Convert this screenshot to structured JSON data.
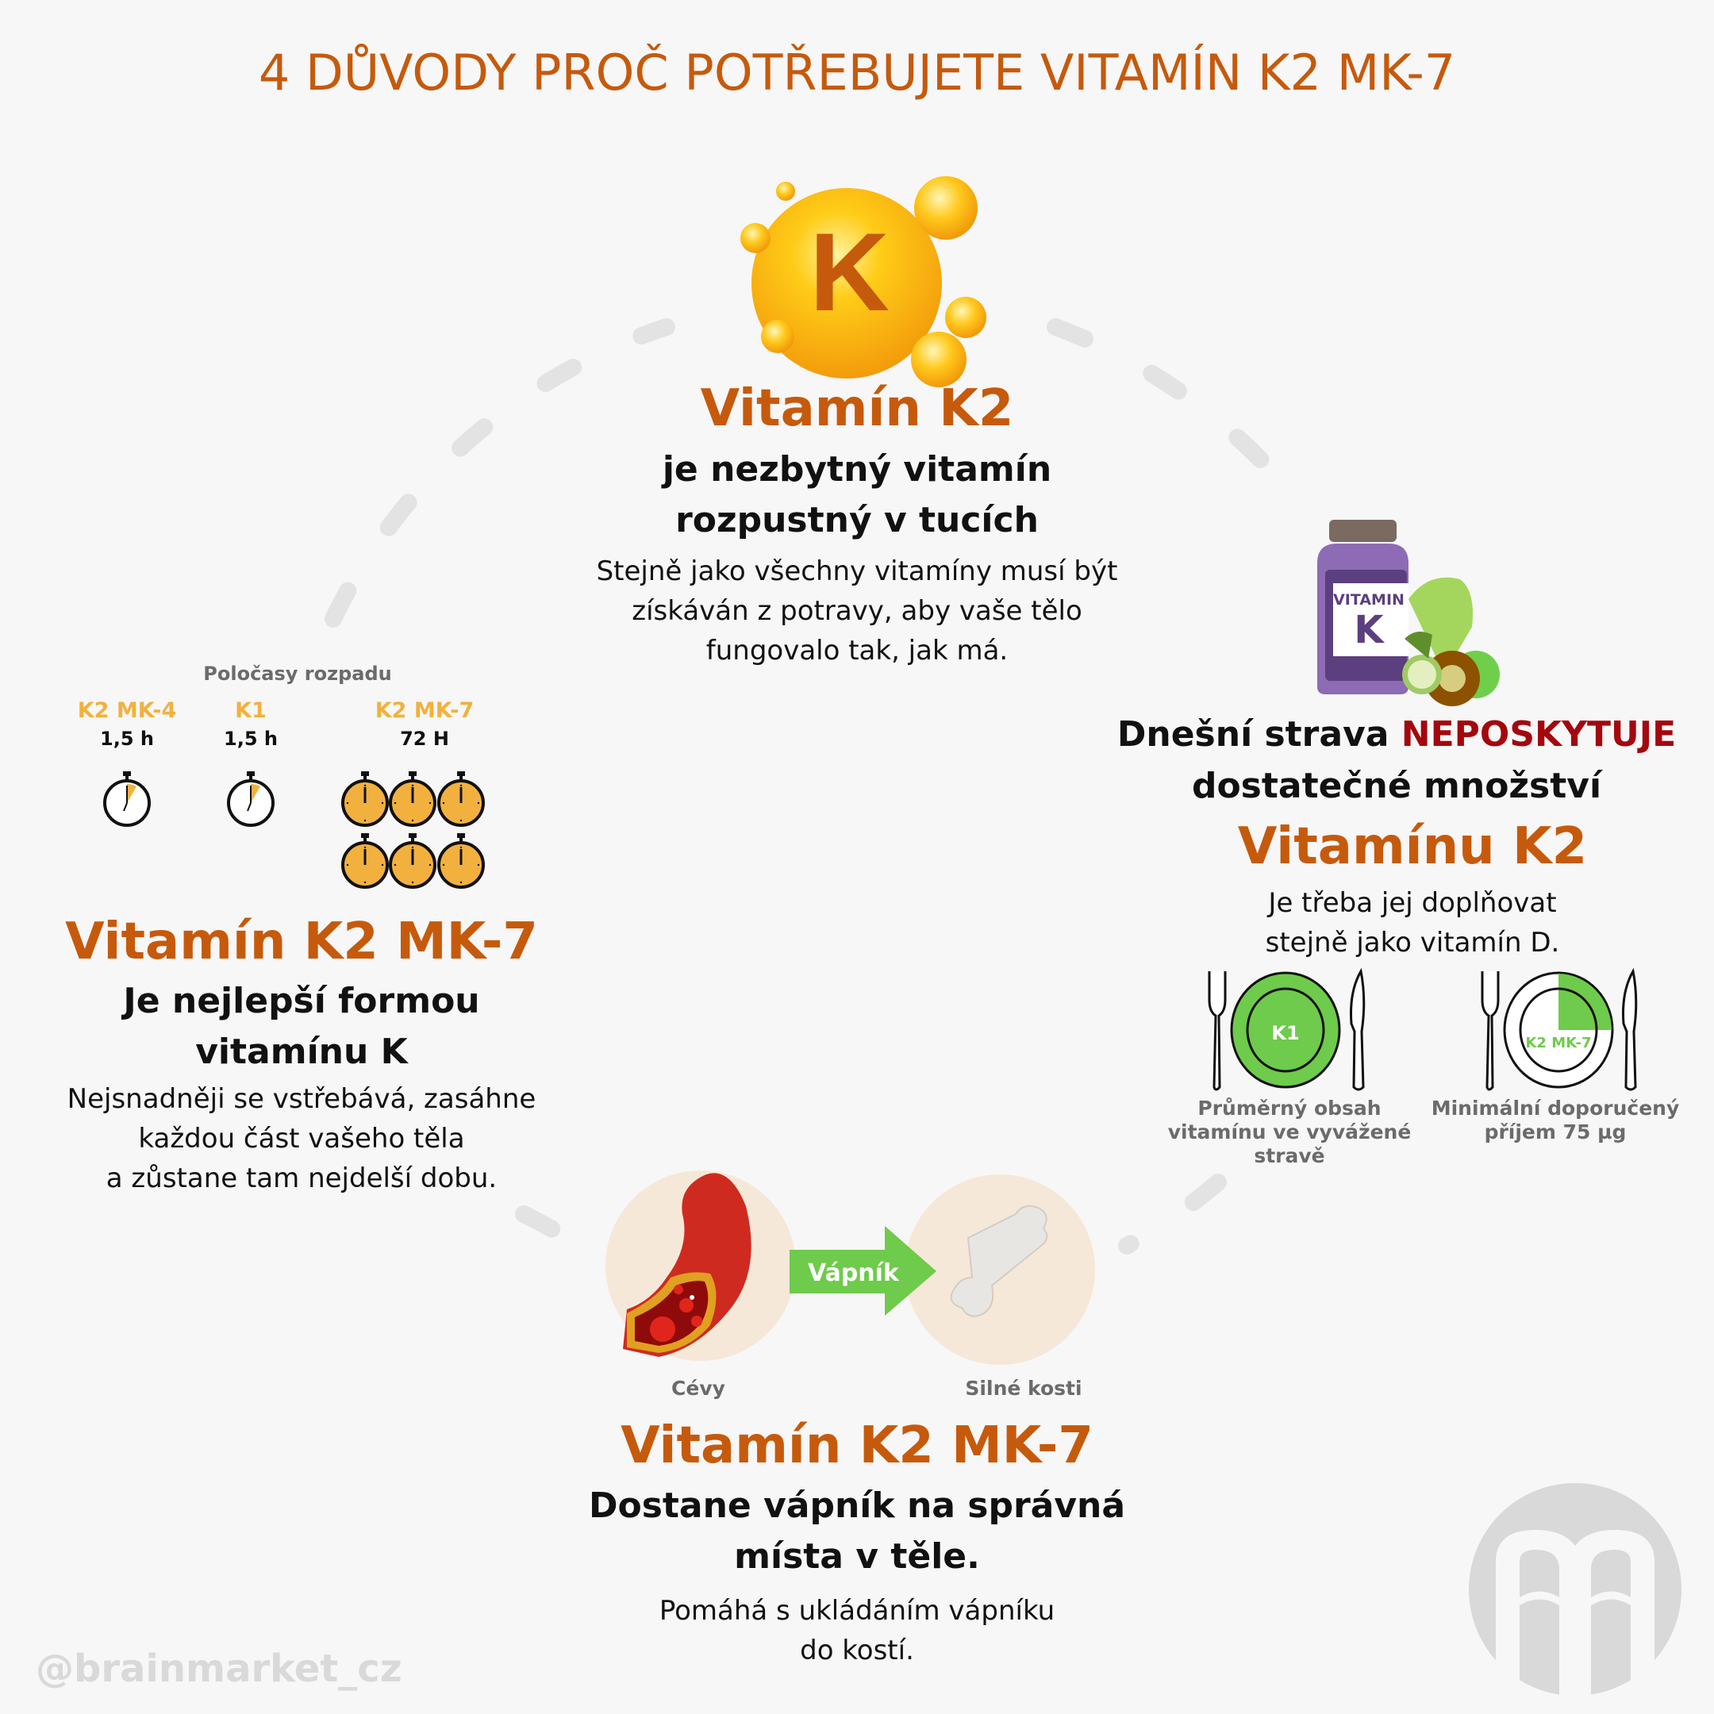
{
  "header": {
    "title": "4 DŮVODY PROČ POTŘEBUJETE VITAMÍN K2 MK-7"
  },
  "colors": {
    "accent": "#c65a0c",
    "warning": "#a3080e",
    "green": "#6ecb4b",
    "timer_yellow": "#f2b13e",
    "grey_text": "#6b6b6b",
    "arc": "#e3e3e3",
    "background": "#f7f7f7"
  },
  "top_section": {
    "icon": "vitamin-k-bubble-icon",
    "icon_letter": "K",
    "heading": "Vitamín K2",
    "subheading_lines": [
      "je nezbytný vitamín",
      "rozpustný v tucích"
    ],
    "body_lines": [
      "Stejně jako všechny vitamíny musí být",
      "získáván z potravy, aby vaše tělo",
      "fungovalo tak, jak má."
    ]
  },
  "left_section": {
    "chart_title": "Poločasy rozpadu",
    "timers": [
      {
        "label": "K2 MK-4",
        "value": "1,5 h",
        "count": 1
      },
      {
        "label": "K1",
        "value": "1,5 h",
        "count": 1
      },
      {
        "label": "K2 MK-7",
        "value": "72 H",
        "count": 6
      }
    ],
    "heading": "Vitamín K2 MK-7",
    "subheading_lines": [
      "Je nejlepší formou",
      "vitamínu K"
    ],
    "body_lines": [
      "Nejsnadněji se vstřebává, zasáhne",
      "každou část vašeho těla",
      "a zůstane tam nejdelší dobu."
    ]
  },
  "right_section": {
    "icon": "vitamin-k-jar-with-vegetables-icon",
    "jar_label_top": "VITAMIN",
    "jar_label_letter": "K",
    "line1_prefix": "Dnešní strava",
    "line1_highlight": "NEPOSKYTUJE",
    "line2": "dostatečné množství",
    "heading": "Vitamínu K2",
    "body_lines": [
      "Je třeba jej doplňovat",
      "stejně jako vitamín D."
    ],
    "plates": [
      {
        "label": "K1",
        "fill": "full",
        "caption_lines": [
          "Průměrný obsah",
          "vitamínu ve vyvážené",
          "stravě"
        ]
      },
      {
        "label": "K2 MK-7",
        "fill": "quarter",
        "caption_lines": [
          "Minimální doporučený",
          "příjem 75 µg"
        ]
      }
    ]
  },
  "bottom_section": {
    "left_image_caption": "Cévy",
    "arrow_label": "Vápník",
    "right_image_caption": "Silné kosti",
    "heading": "Vitamín K2 MK-7",
    "subheading_lines": [
      "Dostane vápník na správná",
      "místa v těle."
    ],
    "body_lines": [
      "Pomáhá s ukládáním vápníku",
      "do kostí."
    ]
  },
  "footer": {
    "watermark": "@brainmarket_cz",
    "logo": "brainmarket-logo-icon"
  }
}
